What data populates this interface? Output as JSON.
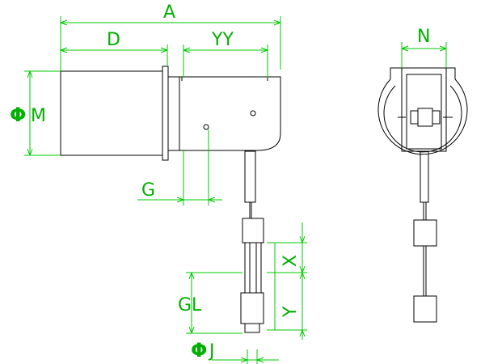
{
  "dimension_labels": {
    "A": "A",
    "D": "D",
    "YY": "YY",
    "M": "M",
    "N": "N",
    "G": "G",
    "X": "X",
    "GL": "GL",
    "Y": "Y",
    "J": "J",
    "phi": "Φ"
  },
  "colors": {
    "dimension": "#00c800",
    "object": "#000000",
    "background": "#ffffff"
  }
}
